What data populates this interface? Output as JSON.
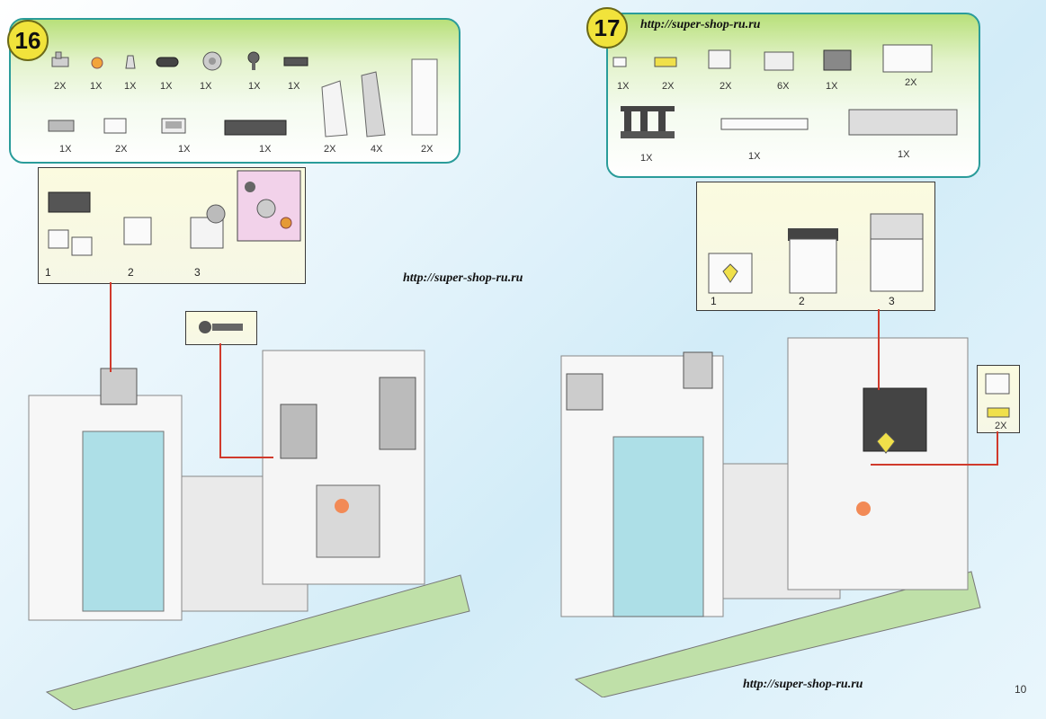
{
  "page_number": "10",
  "step16": {
    "number": "16",
    "parts_row1": [
      "2X",
      "1X",
      "1X",
      "1X",
      "1X",
      "1X",
      "1X"
    ],
    "parts_row2": [
      "1X",
      "2X",
      "1X",
      "1X",
      "2X",
      "4X",
      "2X"
    ],
    "sub_steps": [
      "1",
      "2",
      "3"
    ]
  },
  "step17": {
    "number": "17",
    "url": "http://super-shop-ru.ru",
    "parts_row1": [
      "1X",
      "2X",
      "2X",
      "6X",
      "1X",
      "2X"
    ],
    "parts_row2": [
      "1X",
      "1X",
      "1X"
    ],
    "sub_steps": [
      "1",
      "2",
      "3"
    ],
    "callout_qty": "2X"
  },
  "watermark_center": "http://super-shop-ru.ru",
  "watermark_bottom": "http://super-shop-ru.ru",
  "colors": {
    "step_badge": "#f1e33b",
    "panel_border": "#2a9c9a",
    "arrow": "#d03a2c"
  }
}
